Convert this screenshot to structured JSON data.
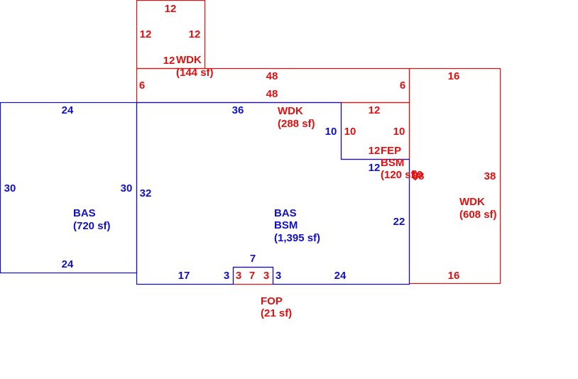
{
  "colors": {
    "living_area": "#1010c8",
    "exterior_area": "#e01010",
    "background": "#ffffff"
  },
  "areas": {
    "bas_left": {
      "code": "BAS",
      "size": "(720 sf)"
    },
    "bas_main": {
      "code": "BAS",
      "subcode": "BSM",
      "size": "(1,395 sf)"
    },
    "wdk_top": {
      "code": "WDK",
      "size": "(144 sf)"
    },
    "wdk_upper": {
      "code": "WDK",
      "size": "(288 sf)"
    },
    "wdk_right": {
      "code": "WDK",
      "size": "(608 sf)"
    },
    "fep": {
      "code": "FEP",
      "subcode": "BSM",
      "size": "(120 sf)"
    },
    "fop": {
      "code": "FOP",
      "size": "(21 sf)"
    }
  },
  "dimensions": {
    "wdk_top_top": "12",
    "wdk_top_left": "12",
    "wdk_top_right": "12",
    "wdk_top_bottom": "12",
    "wdk_upper_top": "48",
    "wdk_upper_bottom": "48",
    "wdk_upper_left": "6",
    "wdk_upper_right": "6",
    "wdk_right_top": "16",
    "wdk_right_right": "38",
    "wdk_right_bottom": "16",
    "wdk_right_left": "38",
    "bas_left_top": "24",
    "bas_left_bottom": "24",
    "bas_left_left": "30",
    "bas_left_right": "30",
    "bas_main_top": "36",
    "bas_main_left": "32",
    "bas_main_bottom_left": "17",
    "bas_main_bottom_right": "24",
    "bas_main_right": "22",
    "bas_main_notch_side": "10",
    "bas_main_notch_bottom": "12",
    "fep_top": "12",
    "fep_left": "10",
    "fep_right": "10",
    "fep_bottom": "12",
    "fep_side_extra": "10",
    "fop_top": "7",
    "fop_bottom": "7",
    "fop_left_outer": "3",
    "fop_left_inner": "3",
    "fop_right_inner": "3",
    "fop_right_outer": "3"
  }
}
